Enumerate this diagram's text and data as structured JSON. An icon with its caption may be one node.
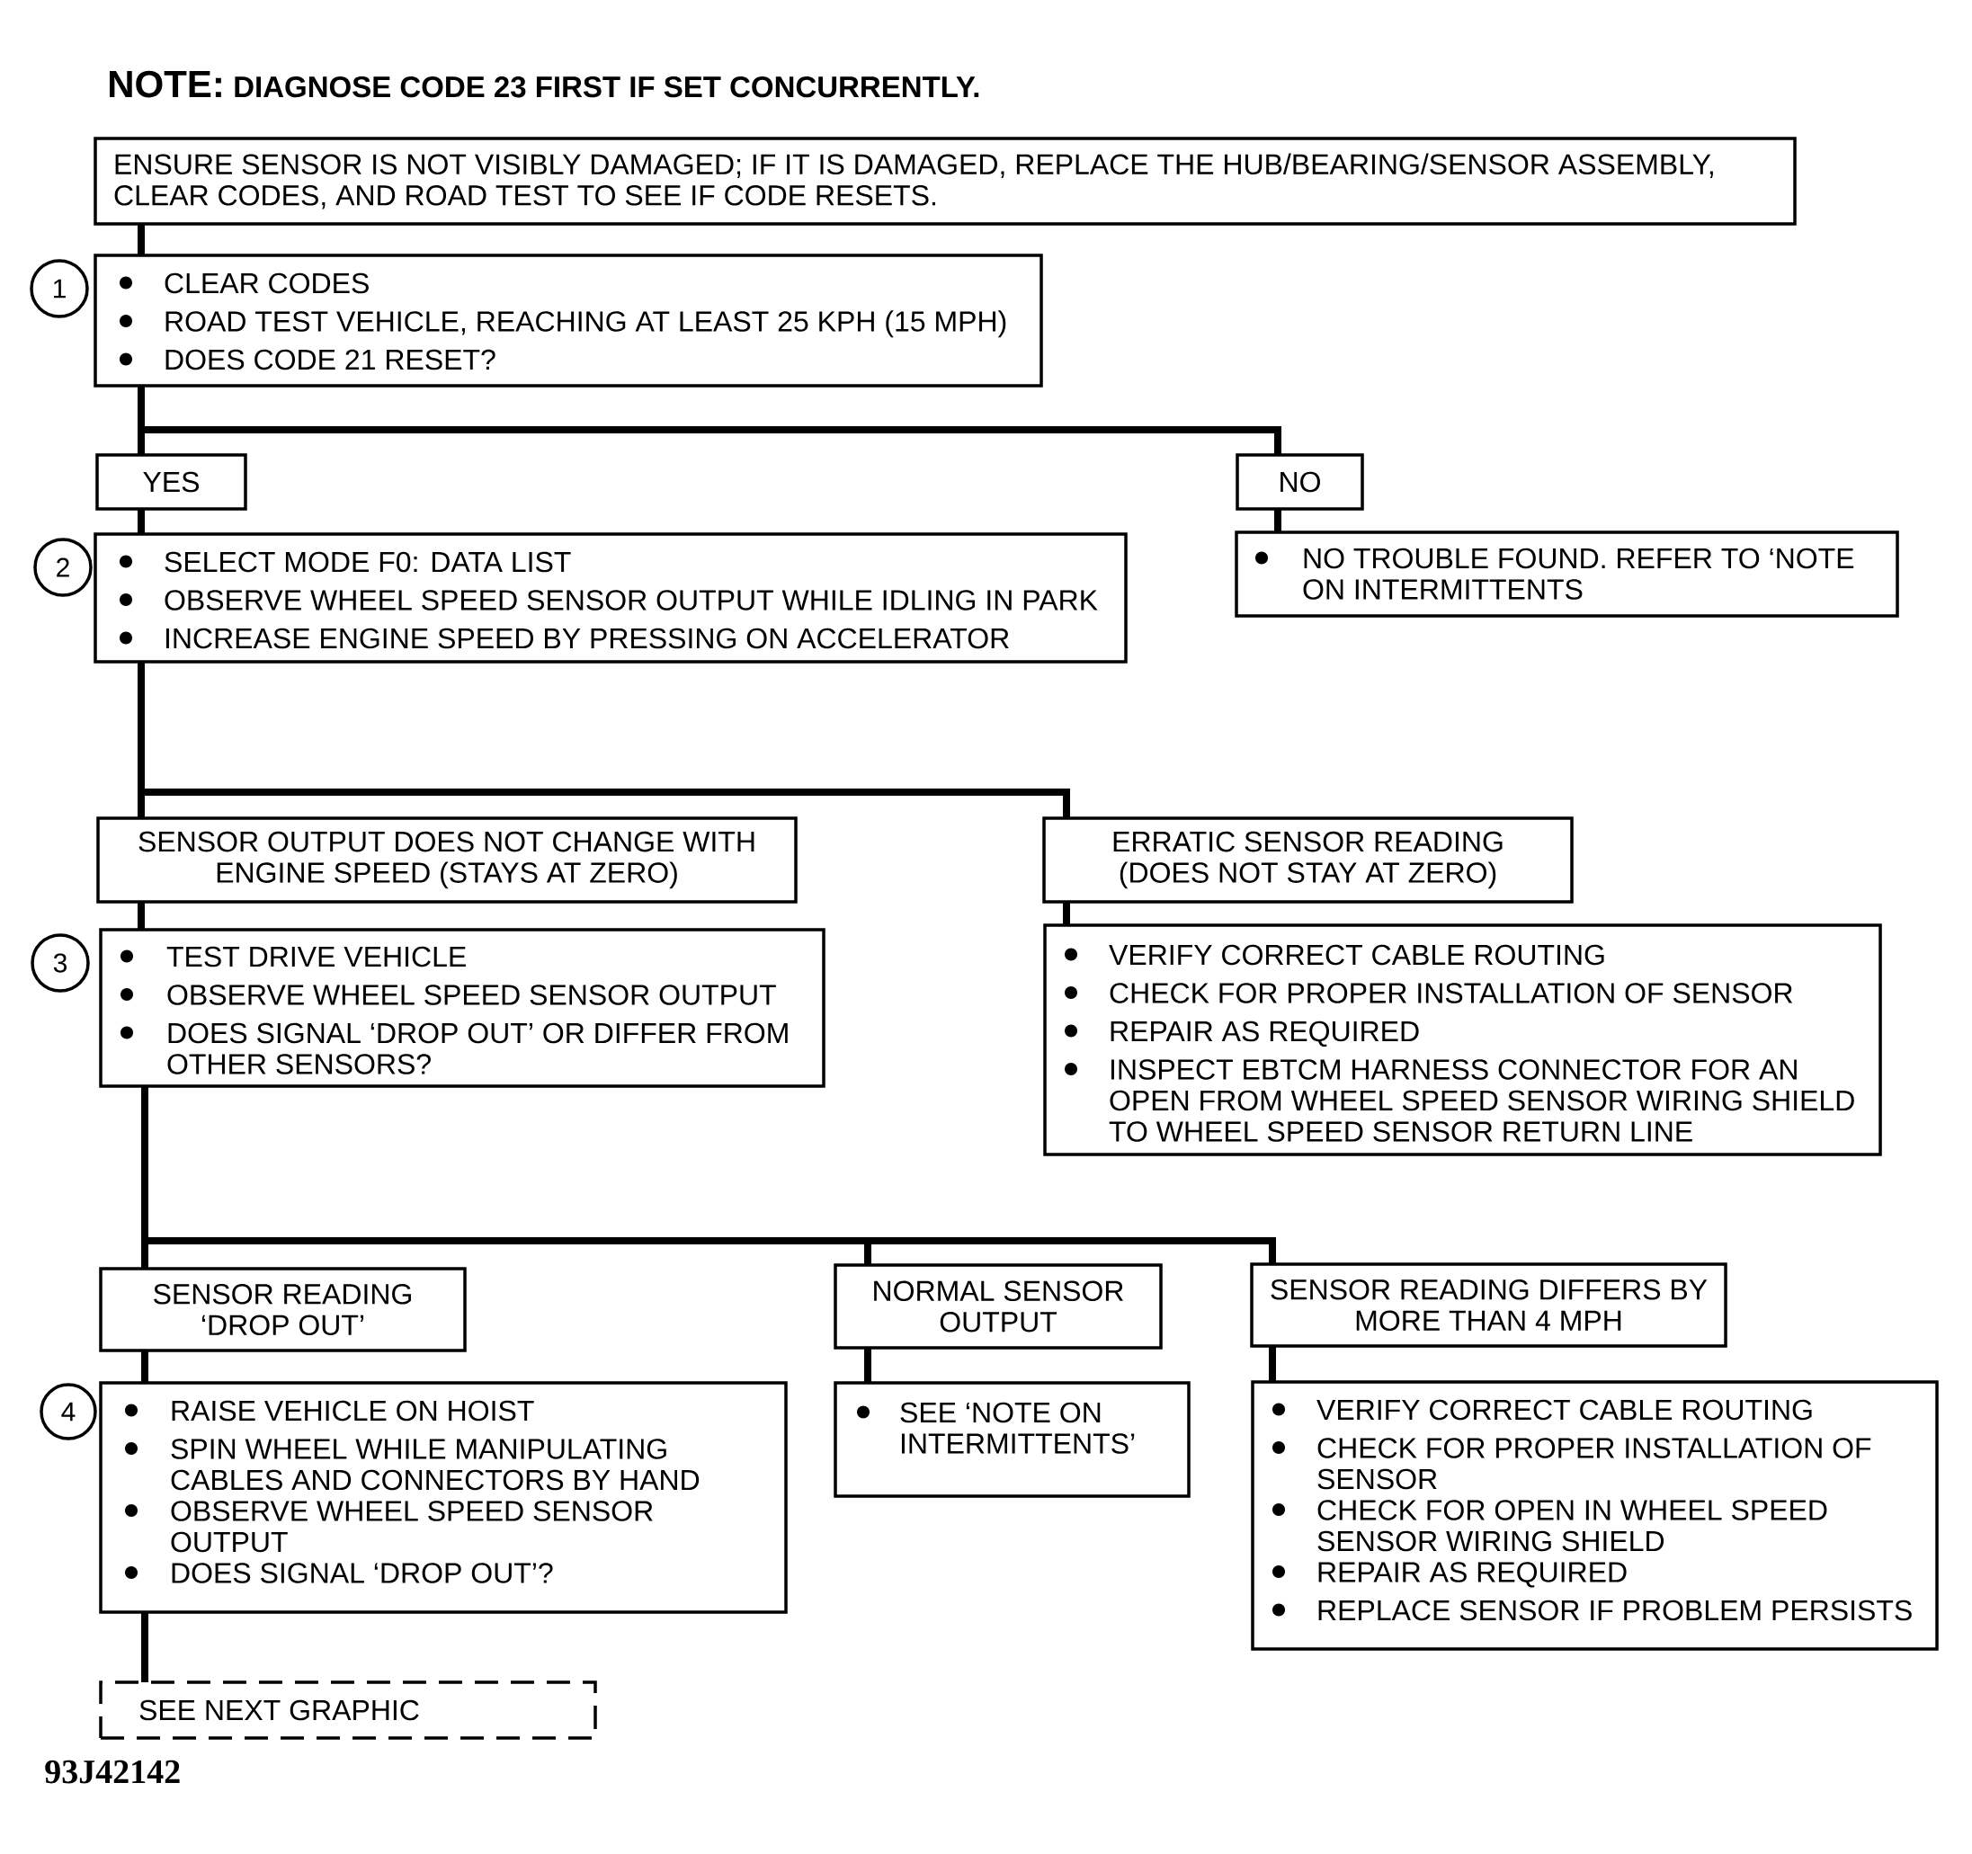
{
  "diagram": {
    "nodes": [
      {
        "text": [
          "ENSURE SENSOR IS NOT VISIBLY DAMAGED; IF IT IS DAMAGED, REPLACE THE HUB/BEARING/SENSOR ASSEMBLY, CLEAR CODES, AND ROAD TEST TO SEE IF CODE RESETS."
        ]
      },
      {
        "text": [
          "1"
        ]
      },
      {
        "text": [
          "CLEAR CODES",
          "ROAD TEST VEHICLE, REACHING AT LEAST 25 KPH (15 MPH)",
          "DOES CODE 21 RESET?"
        ]
      },
      {
        "text": [
          "YES"
        ]
      },
      {
        "text": [
          "NO"
        ]
      },
      {
        "text": [
          "2"
        ]
      },
      {
        "text": [
          "SELECT MODE F0: DATA LIST",
          "OBSERVE WHEEL SPEED SENSOR OUTPUT WHILE IDLING IN PARK",
          "INCREASE ENGINE SPEED BY PRESSING ON ACCELERATOR"
        ]
      },
      {
        "text": [
          "NO TROUBLE FOUND. REFER TO ‘NOTE ON INTERMITTENTS"
        ]
      },
      {
        "text": [
          "SENSOR OUTPUT DOES NOT CHANGE WITH ENGINE SPEED (STAYS AT ZERO)"
        ]
      },
      {
        "text": [
          "ERRATIC SENSOR READING (DOES NOT STAY AT ZERO)"
        ]
      },
      {
        "text": [
          "3"
        ]
      },
      {
        "text": [
          "TEST DRIVE VEHICLE",
          "OBSERVE WHEEL SPEED SENSOR OUTPUT",
          "DOES SIGNAL ‘DROP OUT’ OR DIFFER FROM OTHER SENSORS?"
        ]
      },
      {
        "text": [
          "VERIFY CORRECT CABLE ROUTING",
          "CHECK FOR PROPER INSTALLATION OF SENSOR",
          "REPAIR AS REQUIRED",
          "INSPECT EBTCM HARNESS CONNECTOR FOR AN OPEN FROM WHEEL SPEED SENSOR WIRING SHIELD TO WHEEL SPEED SENSOR RETURN LINE"
        ]
      },
      {
        "text": [
          "SENSOR READING ‘DROP OUT’"
        ]
      },
      {
        "text": [
          "NORMAL SENSOR OUTPUT"
        ]
      },
      {
        "text": [
          "SENSOR READING DIFFERS BY MORE THAN 4 MPH"
        ]
      },
      {
        "text": [
          "4"
        ]
      },
      {
        "text": [
          "RAISE VEHICLE ON HOIST",
          "SPIN WHEEL WHILE MANIPULATING CABLES AND CONNECTORS BY HAND",
          "OBSERVE WHEEL SPEED SENSOR OUTPUT",
          "DOES SIGNAL ‘DROP OUT’?"
        ]
      },
      {
        "text": [
          "SEE ‘NOTE ON INTERMITTENTS’"
        ]
      },
      {
        "text": [
          "VERIFY CORRECT CABLE ROUTING",
          "CHECK FOR PROPER INSTALLATION OF SENSOR",
          "CHECK FOR OPEN IN WHEEL SPEED SENSOR WIRING SHIELD",
          "REPAIR AS REQUIRED",
          "REPLACE SENSOR IF PROBLEM PERSISTS"
        ]
      },
      {
        "text": [
          "SEE NEXT GRAPHIC"
        ]
      }
    ],
    "edges": [
      {
        "from": 0,
        "to": 2,
        "arrow": "none"
      },
      {
        "from": 2,
        "to": 3,
        "arrow": "none"
      },
      {
        "from": 2,
        "to": 4,
        "arrow": "none"
      },
      {
        "from": 3,
        "to": 6,
        "arrow": "none"
      },
      {
        "from": 4,
        "to": 7,
        "arrow": "none"
      },
      {
        "from": 6,
        "to": 8,
        "arrow": "none"
      },
      {
        "from": 6,
        "to": 9,
        "arrow": "none"
      },
      {
        "from": 8,
        "to": 11,
        "arrow": "none"
      },
      {
        "from": 9,
        "to": 12,
        "arrow": "none"
      },
      {
        "from": 11,
        "to": 13,
        "arrow": "none"
      },
      {
        "from": 11,
        "to": 14,
        "arrow": "none"
      },
      {
        "from": 11,
        "to": 15,
        "arrow": "none"
      },
      {
        "from": 13,
        "to": 17,
        "arrow": "none"
      },
      {
        "from": 14,
        "to": 18,
        "arrow": "none"
      },
      {
        "from": 15,
        "to": 19,
        "arrow": "none"
      },
      {
        "from": 17,
        "to": 20,
        "arrow": "none"
      }
    ],
    "labels": [
      "NOTE:",
      "DIAGNOSE CODE 23 FIRST IF SET CONCURRENTLY.",
      "93J42142"
    ]
  }
}
